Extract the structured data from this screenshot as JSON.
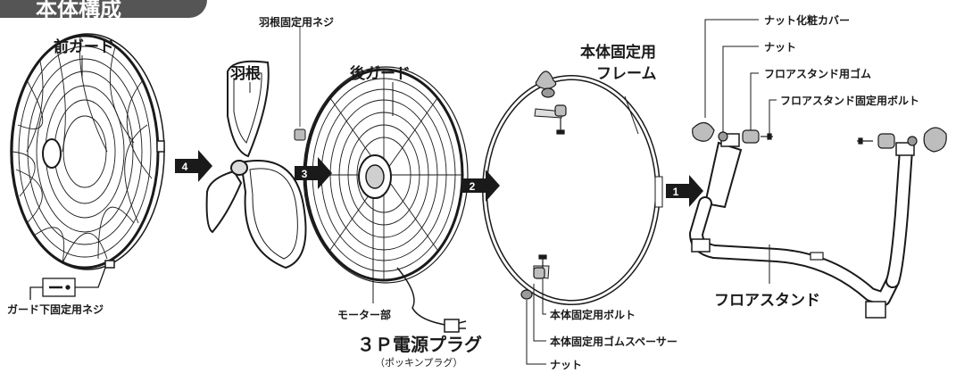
{
  "header": {
    "title": "本体構成"
  },
  "parts": {
    "front_guard": "前ガード",
    "blade": "羽根",
    "blade_screw": "羽根固定用ネジ",
    "rear_guard": "後ガード",
    "body_frame_line1": "本体固定用",
    "body_frame_line2": "フレーム",
    "nut_cover": "ナット化粧カバー",
    "nut_top": "ナット",
    "stand_rubber": "フロアスタンド用ゴム",
    "stand_bolt": "フロアスタンド固定用ボルト",
    "guard_screw": "ガード下固定用ネジ",
    "motor": "モーター部",
    "plug_line1": "３Ｐ電源プラグ",
    "plug_line2": "（ポッキンプラグ）",
    "body_bolt": "本体固定用ボルト",
    "body_spacer": "本体固定用ゴムスペーサー",
    "nut_bottom": "ナット",
    "floor_stand": "フロアスタンド"
  },
  "steps": [
    "1",
    "2",
    "3",
    "4"
  ],
  "colors": {
    "badge": "#555555",
    "line": "#1a1a1a",
    "arrow": "#1a1a1a"
  }
}
